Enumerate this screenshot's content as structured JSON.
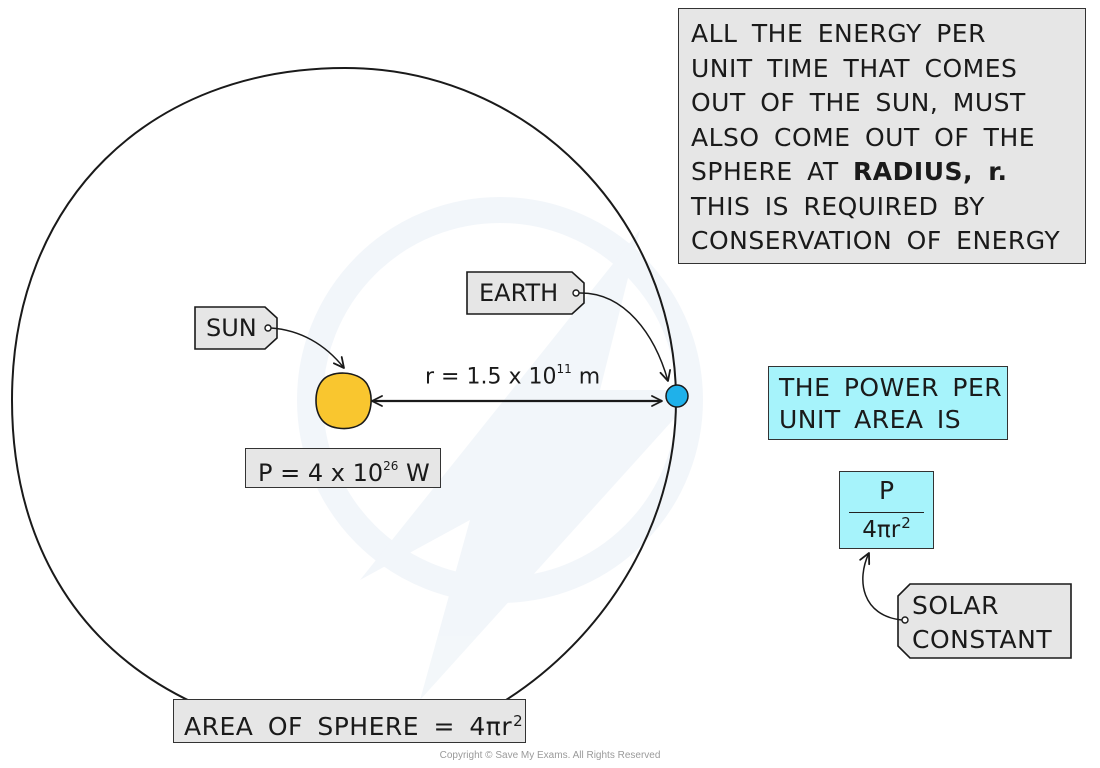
{
  "info_box": {
    "lines": [
      "ALL THE ENERGY PER",
      "UNIT TIME THAT COMES",
      "OUT OF THE SUN, MUST",
      "ALSO COME OUT OF THE",
      "SPHERE AT",
      "THIS IS REQUIRED BY",
      "CONSERVATION OF ENERGY"
    ],
    "bold_phrase": "RADIUS, r."
  },
  "labels": {
    "earth": "EARTH",
    "sun": "SUN",
    "radius_prefix": "r = 1.5 x 10",
    "radius_exp": "11",
    "radius_unit": "m",
    "power_prefix": "P = 4 x 10",
    "power_exp": "26",
    "power_unit": "W",
    "area_prefix": "AREA OF SPHERE = 4πr",
    "area_exp": "2",
    "power_per_area": [
      "THE POWER PER",
      "UNIT AREA IS"
    ],
    "fraction_num": "P",
    "fraction_den": "4πr",
    "fraction_den_exp": "2",
    "solar_constant": [
      "SOLAR",
      "CONSTANT"
    ],
    "copyright": "Copyright © Save My Exams. All Rights Reserved"
  },
  "colors": {
    "sun": "#f9c62f",
    "earth": "#1fb1ea",
    "cyan_box": "#a6f3fb",
    "grey_box": "#e6e6e6",
    "line": "#1a1a1a"
  }
}
